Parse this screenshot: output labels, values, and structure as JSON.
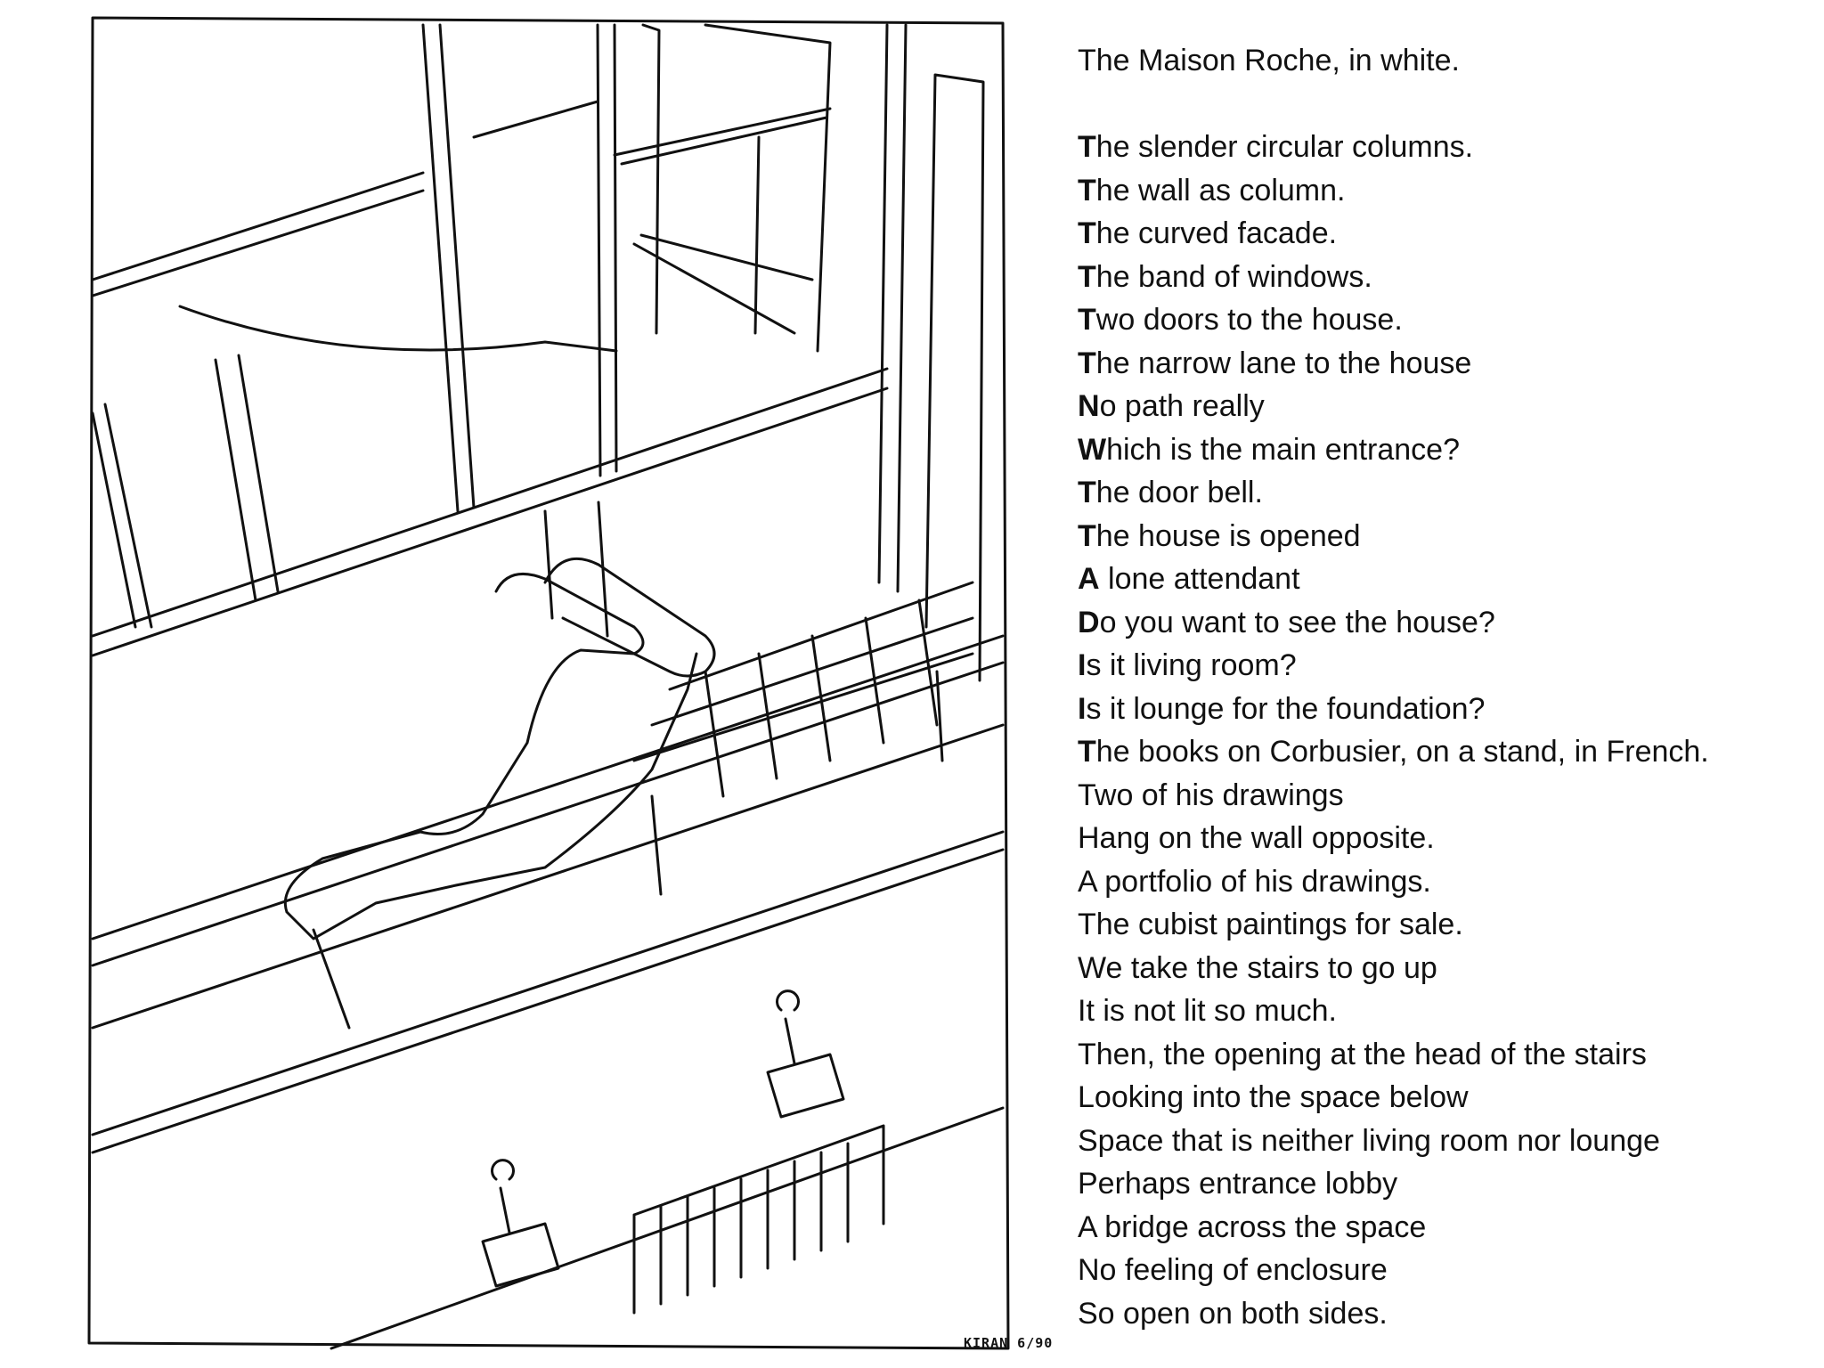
{
  "sketch": {
    "signature": "KIRAN 6/90"
  },
  "text": {
    "title": "The Maison Roche, in white.",
    "lines": [
      {
        "initial": "T",
        "rest": "he slender circular columns."
      },
      {
        "initial": "T",
        "rest": "he wall as column."
      },
      {
        "initial": "T",
        "rest": "he curved facade."
      },
      {
        "initial": "T",
        "rest": "he band of windows."
      },
      {
        "initial": "T",
        "rest": "wo doors to the house."
      },
      {
        "initial": "T",
        "rest": "he narrow lane to the house"
      },
      {
        "initial": "N",
        "rest": "o path really"
      },
      {
        "initial": "W",
        "rest": "hich is the main entrance?"
      },
      {
        "initial": "T",
        "rest": "he door bell."
      },
      {
        "initial": "T",
        "rest": "he house is opened"
      },
      {
        "initial": "A",
        "rest": " lone attendant"
      },
      {
        "initial": "D",
        "rest": "o you want to see the house?"
      },
      {
        "initial": "I",
        "rest": "s it living room?"
      },
      {
        "initial": "I",
        "rest": "s it lounge for the foundation?"
      },
      {
        "initial": "T",
        "rest": "he books on Corbusier, on a stand, in French."
      },
      {
        "initial": "",
        "rest": "Two of his drawings"
      },
      {
        "initial": "",
        "rest": "Hang on the wall opposite."
      },
      {
        "initial": "",
        "rest": "A portfolio of his drawings."
      },
      {
        "initial": "",
        "rest": "The cubist paintings for sale."
      },
      {
        "initial": "",
        "rest": "We take the stairs to go up"
      },
      {
        "initial": "",
        "rest": "It is not lit so much."
      },
      {
        "initial": "",
        "rest": "Then, the opening at the head of the stairs"
      },
      {
        "initial": "",
        "rest": "Looking into the space below"
      },
      {
        "initial": "",
        "rest": "Space that is neither living room nor lounge"
      },
      {
        "initial": "",
        "rest": "Perhaps entrance lobby"
      },
      {
        "initial": "",
        "rest": "A bridge across the space"
      },
      {
        "initial": "",
        "rest": "No feeling of enclosure"
      },
      {
        "initial": "",
        "rest": "So open on both sides."
      }
    ]
  }
}
